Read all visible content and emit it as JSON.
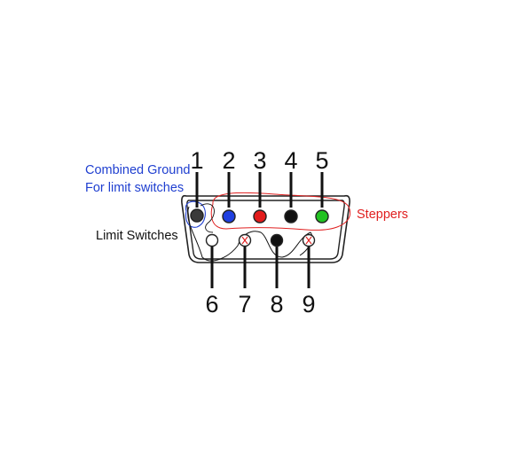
{
  "pins": [
    {
      "number": "1",
      "color": "#3a3a3a"
    },
    {
      "number": "2",
      "color": "#1f3fe0"
    },
    {
      "number": "3",
      "color": "#e21b1b"
    },
    {
      "number": "4",
      "color": "#111111"
    },
    {
      "number": "5",
      "color": "#22c222"
    },
    {
      "number": "6",
      "color": "#ffffff"
    },
    {
      "number": "7",
      "color": "#ffffff",
      "marked": "x"
    },
    {
      "number": "8",
      "color": "#111111"
    },
    {
      "number": "9",
      "color": "#ffffff",
      "marked": "x"
    }
  ],
  "annotations": {
    "ground_line1": "Combined Ground",
    "ground_line2": "For limit switches",
    "limit_switches": "Limit Switches",
    "steppers": "Steppers"
  },
  "colors": {
    "ground_note": "#1f3fd0",
    "steppers_note": "#e02020",
    "label": "#111111",
    "outline": "#222222"
  }
}
